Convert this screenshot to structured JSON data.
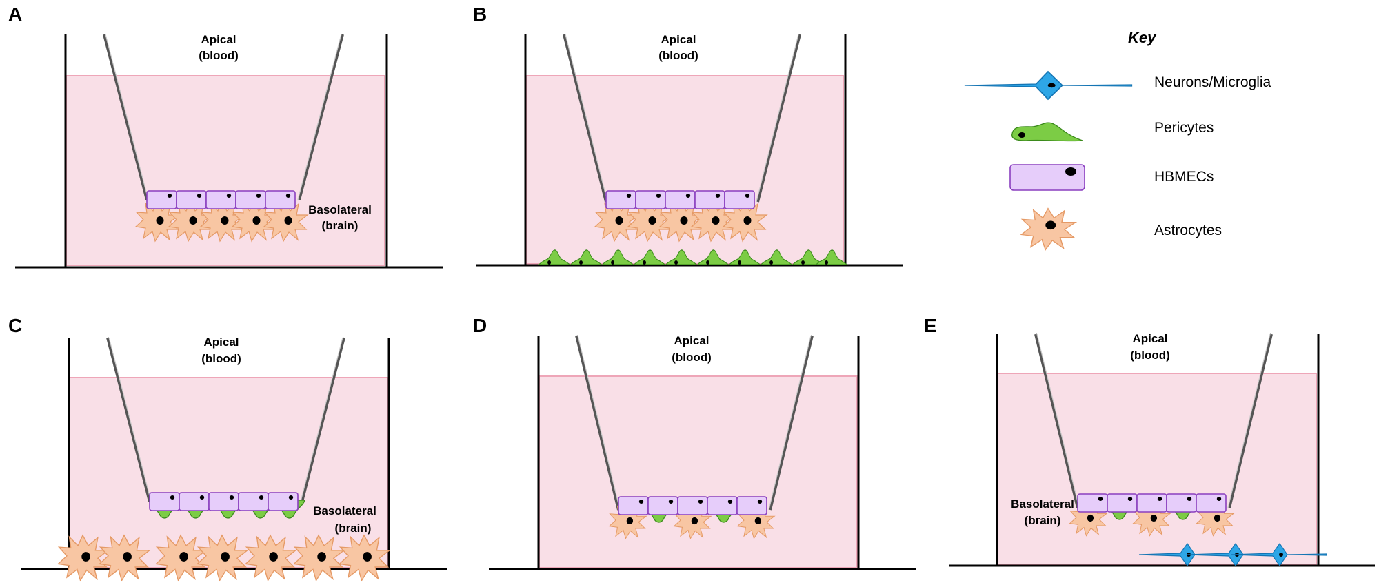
{
  "panels": {
    "A": {
      "letter": "A",
      "apical": "Apical",
      "apical_sub": "(blood)",
      "basolateral": "Basolateral",
      "basolateral_sub": "(brain)"
    },
    "B": {
      "letter": "B",
      "apical": "Apical",
      "apical_sub": "(blood)"
    },
    "C": {
      "letter": "C",
      "apical": "Apical",
      "apical_sub": "(blood)",
      "basolateral": "Basolateral",
      "basolateral_sub": "(brain)"
    },
    "D": {
      "letter": "D",
      "apical": "Apical",
      "apical_sub": "(blood)"
    },
    "E": {
      "letter": "E",
      "apical": "Apical",
      "apical_sub": "(blood)",
      "basolateral": "Basolateral",
      "basolateral_sub": "(brain)"
    }
  },
  "key": {
    "title": "Key",
    "items": [
      {
        "icon": "neuron-microglia-icon",
        "label": "Neurons/Microglia"
      },
      {
        "icon": "pericyte-icon",
        "label": "Pericytes"
      },
      {
        "icon": "hbmec-icon",
        "label": "HBMECs"
      },
      {
        "icon": "astrocyte-icon",
        "label": "Astrocytes"
      }
    ]
  },
  "colors": {
    "media": "#f9dfe7",
    "hbmec": "#e6cdfa",
    "astrocyte": "#f8c6a3",
    "pericyte": "#7ccc45",
    "neuron": "#2ea6e6"
  }
}
